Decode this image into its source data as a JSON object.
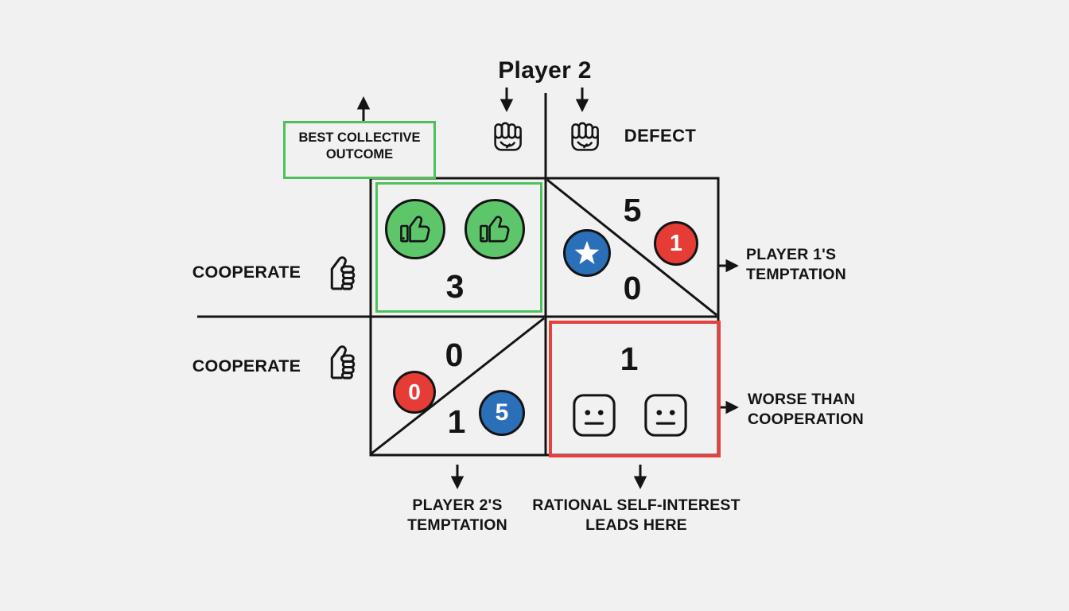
{
  "colors": {
    "background": "#f1f1f1",
    "ink": "#141414",
    "green_fill": "#5dc56a",
    "green_border": "#4ec15a",
    "red_fill": "#e53c35",
    "red_border": "#e8403c",
    "blue_fill": "#2a6fb8",
    "yellow_fill": "#f2cd56",
    "badge_text": "#ffffff"
  },
  "header": {
    "title": "Player 2",
    "defect_label": "DEFECT"
  },
  "rows": [
    {
      "label": "COOPERATE"
    },
    {
      "label": "COOPERATE"
    }
  ],
  "callouts": {
    "best_collective_outcome": {
      "line1": "BEST COLLECTIVE",
      "line2": "OUTCOME"
    },
    "player1_temptation": {
      "line1": "PLAYER 1'S",
      "line2": "TEMPTATION"
    },
    "worse_than_cooperation": {
      "line1": "WORSE THAN",
      "line2": "COOPERATION"
    },
    "player2_temptation": {
      "line1": "PLAYER 2'S",
      "line2": "TEMPTATION"
    },
    "rational_self_interest": {
      "line1": "RATIONAL SELF-INTEREST",
      "line2": "LEADS HERE"
    }
  },
  "matrix": {
    "cell_cc": {
      "payoff": "3"
    },
    "cell_cd": {
      "top_value": "5",
      "red_badge": "1",
      "bottom_value": "0"
    },
    "cell_dc": {
      "top_value": "0",
      "red_badge": "0",
      "bottom_value": "1",
      "blue_badge": "5"
    },
    "cell_dd": {
      "payoff": "1"
    }
  },
  "icons": {
    "fist": "✊",
    "thumbs_up": "👍",
    "star": "★",
    "neutral_face": "😐"
  }
}
